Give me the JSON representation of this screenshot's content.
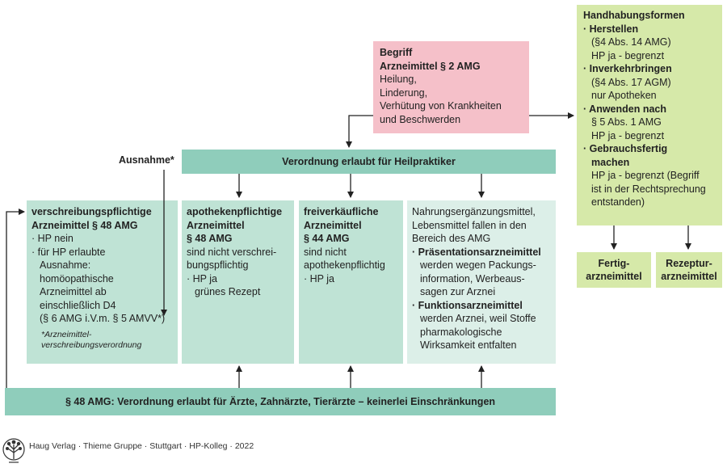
{
  "begriff": {
    "title": "Begriff",
    "subtitle": "Arzneimittel § 2 AMG",
    "lines": [
      "Heilung,",
      "Linderung,",
      "Verhütung von Krankheiten",
      "und Beschwerden"
    ]
  },
  "handhabung": {
    "title": "Handhabungsformen",
    "lines": [
      "· Herstellen",
      "(§4 Abs. 14 AMG)",
      "HP ja - begrenzt",
      "· Inverkehrbringen",
      "(§4 Abs. 17 AGM)",
      "nur Apotheken",
      "· Anwenden nach",
      "§ 5 Abs. 1 AMG",
      "HP ja - begrenzt",
      "· Gebrauchsfertig",
      "machen",
      "HP ja - begrenzt (Begriff",
      "ist in der Rechtsprechung",
      "entstanden)"
    ]
  },
  "fertig": {
    "line1": "Fertig-",
    "line2": "arzneimittel"
  },
  "rezeptur": {
    "line1": "Rezeptur-",
    "line2": "arzneimittel"
  },
  "heilpraktiker_bar": "Verordnung erlaubt für Heilpraktiker",
  "ausnahme": "Ausnahme*",
  "col1": {
    "title1": "verschreibungspflichtige",
    "title2": "Arzneimittel § 48 AMG",
    "lines": [
      "· HP nein",
      "· für HP erlaubte",
      "Ausnahme:",
      "homöopathische",
      "Arzneimittel ab",
      "einschließlich D4",
      "(§ 6 AMG i.V.m. § 5 AMVV*)"
    ],
    "note1": "*Arzneimittel-",
    "note2": "verschreibungsverordnung"
  },
  "col2": {
    "title1": "apothekenpflichtige",
    "title2": "Arzneimittel",
    "title3": "§ 48 AMG",
    "lines": [
      "sind nicht verschrei-",
      "bungspflichtig",
      "· HP ja",
      "grünes Rezept"
    ]
  },
  "col3": {
    "title1": "freiverkäufliche",
    "title2": "Arzneimittel",
    "title3": "§ 44 AMG",
    "lines": [
      "sind nicht",
      "apothekenpflichtig",
      "· HP ja"
    ]
  },
  "col4": {
    "lines": [
      "Nahrungsergänzungsmittel,",
      "Lebensmittel fallen in den",
      "Bereich des AMG",
      "· Präsentationsarzneimittel",
      "werden wegen Packungs-",
      "information, Werbeaus-",
      "sagen zur Arznei",
      "· Funktionsarzneimittel",
      "werden Arznei, weil Stoffe",
      "pharmakologische",
      "Wirksamkeit entfalten"
    ]
  },
  "aerzte_bar": "§ 48 AMG: Verordnung erlaubt für Ärzte, Zahnärzte, Tierärzte – keinerlei Einschränkungen",
  "footer": "Haug Verlag · Thieme Gruppe · Stuttgart · HP-Kolleg · 2022",
  "colors": {
    "pink": "#f5c0c9",
    "teal": "#8fcdbb",
    "mid": "#bfe3d5",
    "light": "#dcefe8",
    "green": "#d6e9a9"
  }
}
